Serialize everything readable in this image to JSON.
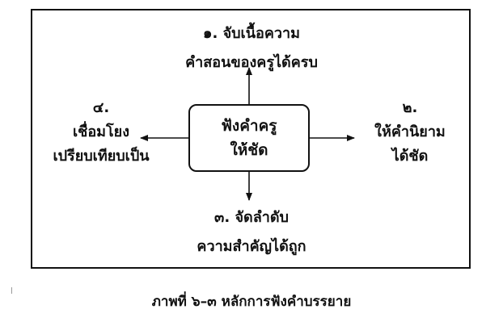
{
  "center": {
    "line1": "ฟังคำครู",
    "line2": "ให้ชัด"
  },
  "items": {
    "top": {
      "line1": "๑. จับเนื้อความ",
      "line2": "คำสอนของครูได้ครบ"
    },
    "right": {
      "num": "๒.",
      "line1": "ให้คำนิยาม",
      "line2": "ได้ชัด"
    },
    "bottom": {
      "line1": "๓. จัดลำดับ",
      "line2": "ความสำคัญได้ถูก"
    },
    "left": {
      "num": "๔.",
      "line1": "เชื่อมโยง",
      "line2": "เปรียบเทียบเป็น"
    }
  },
  "caption": "ภาพที่ ๖–๓ หลักการฟังคำบรรยาย"
}
